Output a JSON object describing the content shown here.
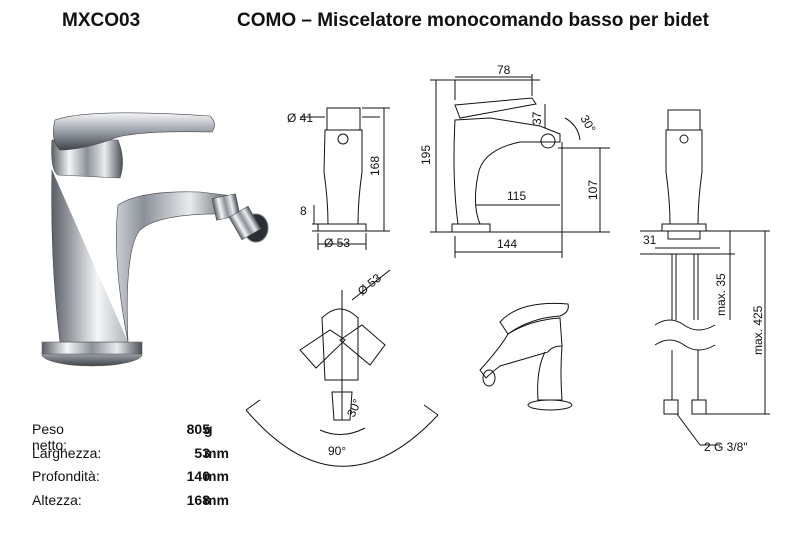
{
  "header": {
    "code": "MXCO03",
    "title": "COMO – Miscelatore monocomando basso per bidet"
  },
  "specs": [
    {
      "label": "Peso netto:",
      "value": "805",
      "unit": "g"
    },
    {
      "label": "Larghezza:",
      "value": "53",
      "unit": "mm"
    },
    {
      "label": "Profondità:",
      "value": "140",
      "unit": "mm"
    },
    {
      "label": "Altezza:",
      "value": "168",
      "unit": "mm"
    }
  ],
  "front_view": {
    "diameter_top": "Ø 41",
    "height": "168",
    "base_height": "8",
    "diameter_base": "Ø 53"
  },
  "side_view": {
    "width_top": "78",
    "lever_height": "37",
    "angle": "30°",
    "total_height": "195",
    "spout_reach": "115",
    "spout_height": "107",
    "depth": "144"
  },
  "top_view": {
    "diameter": "Ø 53",
    "angle_small": "30°",
    "angle_large": "90°"
  },
  "install_view": {
    "hole": "31",
    "max_thickness": "max. 35",
    "max_length": "max. 425",
    "connection": "2 G 3/8\""
  }
}
